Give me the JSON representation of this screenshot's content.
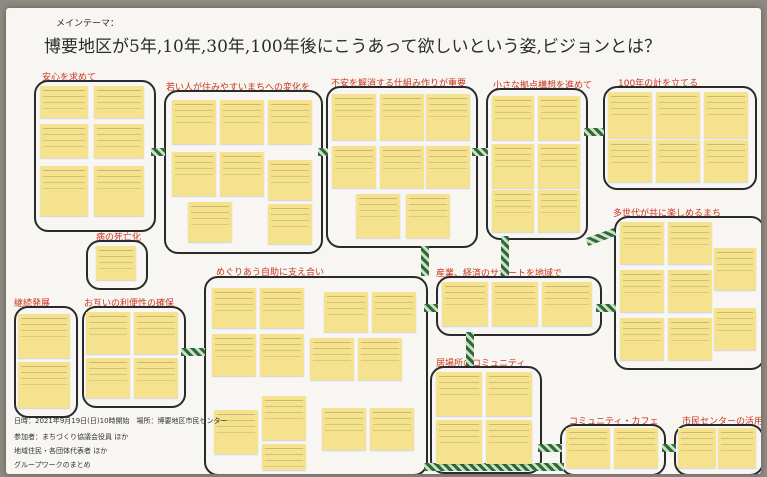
{
  "board": {
    "theme_label": "メインテーマ：",
    "main_title": "博要地区が5年,10年,30年,100年後にこうあって欲しいという姿,ビジョンとは？"
  },
  "cluster_titles": [
    "安心を求めて",
    "若い人が住みやすいまちへの変化を",
    "不安を解消する仕組み作りが重要",
    "小さな拠点構想を進めて",
    "100年の計を立てる",
    "多世代が共に楽しめるまち",
    "病の死亡化",
    "継続発展",
    "お互いの利便性の確保",
    "めぐりあう自助に支え合い",
    "産業、経済のサポートを地域で",
    "居場所のコミュニティ",
    "コミュニティ・カフェ",
    "市民センターの活用を"
  ],
  "footer": {
    "date": "日時：2021年9月19日(日)10時開始　場所：博要地区市民センター",
    "participants": "参加者：まちづくり協議会役員 ほか",
    "members": "地域住民・各団体代表者 ほか",
    "note": "グループワークのまとめ"
  }
}
